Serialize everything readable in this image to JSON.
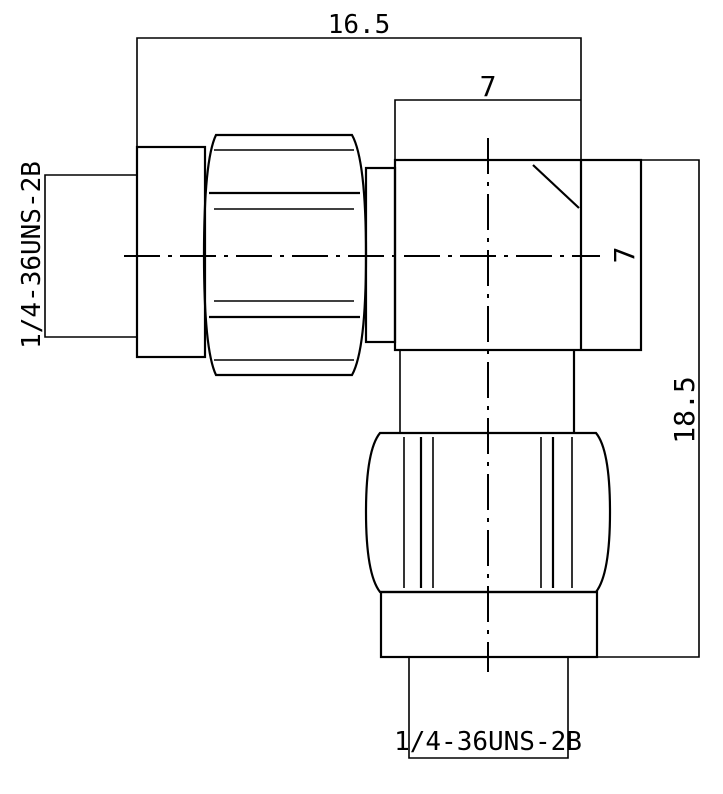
{
  "dimensions": {
    "overall_width": "16.5",
    "body_width": "7",
    "body_height": "7",
    "overall_height": "18.5",
    "thread_left": "1/4-36UNS-2B",
    "thread_bottom": "1/4-36UNS-2B"
  }
}
